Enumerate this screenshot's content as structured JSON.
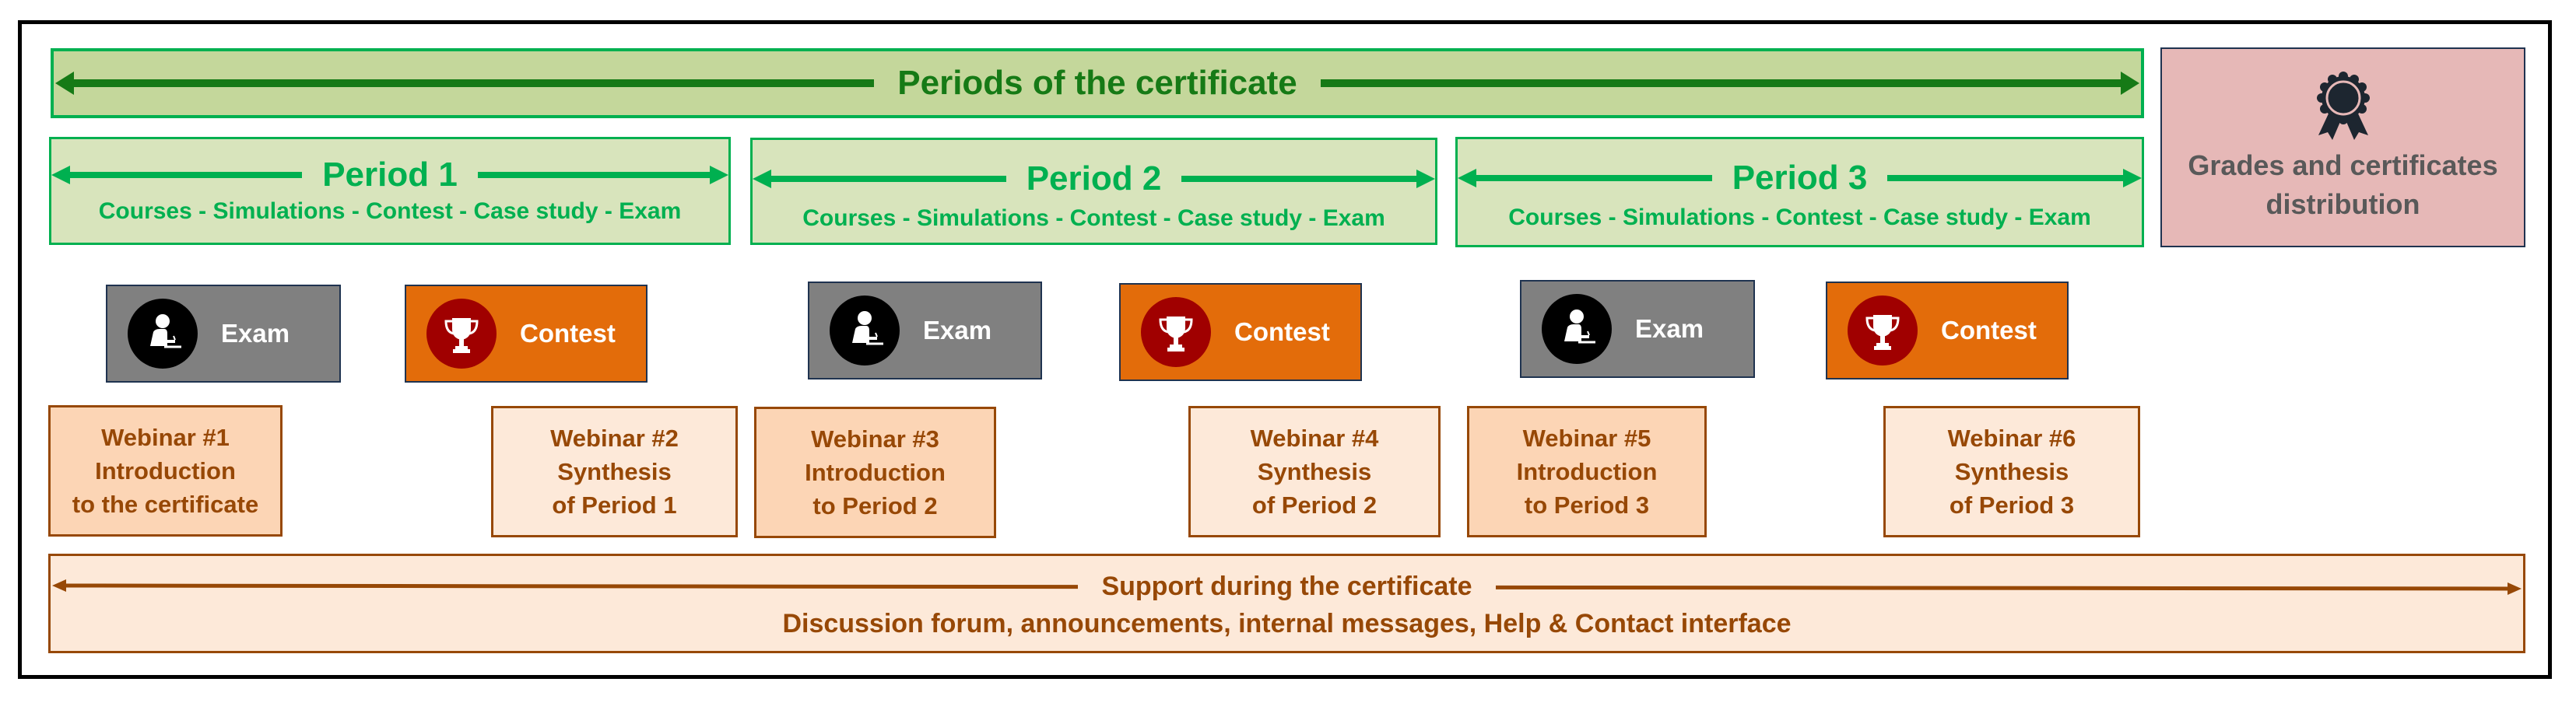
{
  "periods_bar": {
    "title": "Periods of the certificate"
  },
  "periods": [
    {
      "title": "Period 1",
      "activities": "Courses - Simulations - Contest - Case study - Exam"
    },
    {
      "title": "Period 2",
      "activities": "Courses - Simulations - Contest - Case study - Exam"
    },
    {
      "title": "Period 3",
      "activities": "Courses - Simulations - Contest - Case study - Exam"
    }
  ],
  "grades": {
    "line1": "Grades and certificates",
    "line2": "distribution",
    "icon": "award-ribbon-icon"
  },
  "tiles": [
    {
      "type": "exam",
      "label": "Exam",
      "icon": "student-writing-icon"
    },
    {
      "type": "contest",
      "label": "Contest",
      "icon": "trophy-icon"
    },
    {
      "type": "exam",
      "label": "Exam",
      "icon": "student-writing-icon"
    },
    {
      "type": "contest",
      "label": "Contest",
      "icon": "trophy-icon"
    },
    {
      "type": "exam",
      "label": "Exam",
      "icon": "student-writing-icon"
    },
    {
      "type": "contest",
      "label": "Contest",
      "icon": "trophy-icon"
    }
  ],
  "webinars": [
    {
      "title": "Webinar #1",
      "line2": "Introduction",
      "line3": "to the certificate"
    },
    {
      "title": "Webinar #2",
      "line2": "Synthesis",
      "line3": "of Period 1"
    },
    {
      "title": "Webinar #3",
      "line2": "Introduction",
      "line3": "to Period 2"
    },
    {
      "title": "Webinar #4",
      "line2": "Synthesis",
      "line3": "of Period 2"
    },
    {
      "title": "Webinar #5",
      "line2": "Introduction",
      "line3": "to Period 3"
    },
    {
      "title": "Webinar #6",
      "line2": "Synthesis",
      "line3": "of Period 3"
    }
  ],
  "support": {
    "title": "Support during the certificate",
    "details": "Discussion forum, announcements, internal messages, Help & Contact interface"
  },
  "colors": {
    "period_green": "#00b050",
    "dark_green": "#167a16",
    "exam_gray": "#808080",
    "contest_orange": "#e36c0a",
    "webinar_brown": "#974806",
    "grades_pink": "#e6b8b7"
  }
}
